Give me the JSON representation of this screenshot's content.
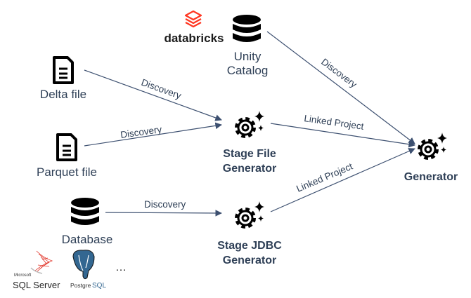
{
  "nodes": {
    "unity": {
      "line1": "Unity",
      "line2": "Catalog",
      "icon": "database-icon"
    },
    "delta": {
      "label": "Delta file",
      "icon": "document-icon"
    },
    "parquet": {
      "label": "Parquet file",
      "icon": "document-icon"
    },
    "database": {
      "label": "Database",
      "icon": "database-icon"
    },
    "stage_file": {
      "line1": "Stage File",
      "line2": "Generator",
      "icon": "gear-sparkle-icon"
    },
    "stage_jdbc": {
      "line1": "Stage JDBC",
      "line2": "Generator",
      "icon": "gear-sparkle-icon"
    },
    "generator": {
      "label": "Generator",
      "icon": "gear-sparkle-icon"
    }
  },
  "logos": {
    "databricks": "databricks",
    "sql_server_small": "Microsoft",
    "sql_server": "SQL Server",
    "postgres_a": "Postgre",
    "postgres_b": "SQL",
    "more": "…"
  },
  "edges": {
    "delta_to_stage_file": "Discovery",
    "parquet_to_stage_file": "Discovery",
    "unity_to_generator": "Discovery",
    "stage_file_to_generator": "Linked Project",
    "stage_jdbc_to_generator": "Linked Project",
    "database_to_stage_jdbc": "Discovery"
  },
  "colors": {
    "text": "#2e3f56",
    "edge": "#3d5070",
    "databricks": "#ff3621",
    "postgres": "#336791"
  }
}
